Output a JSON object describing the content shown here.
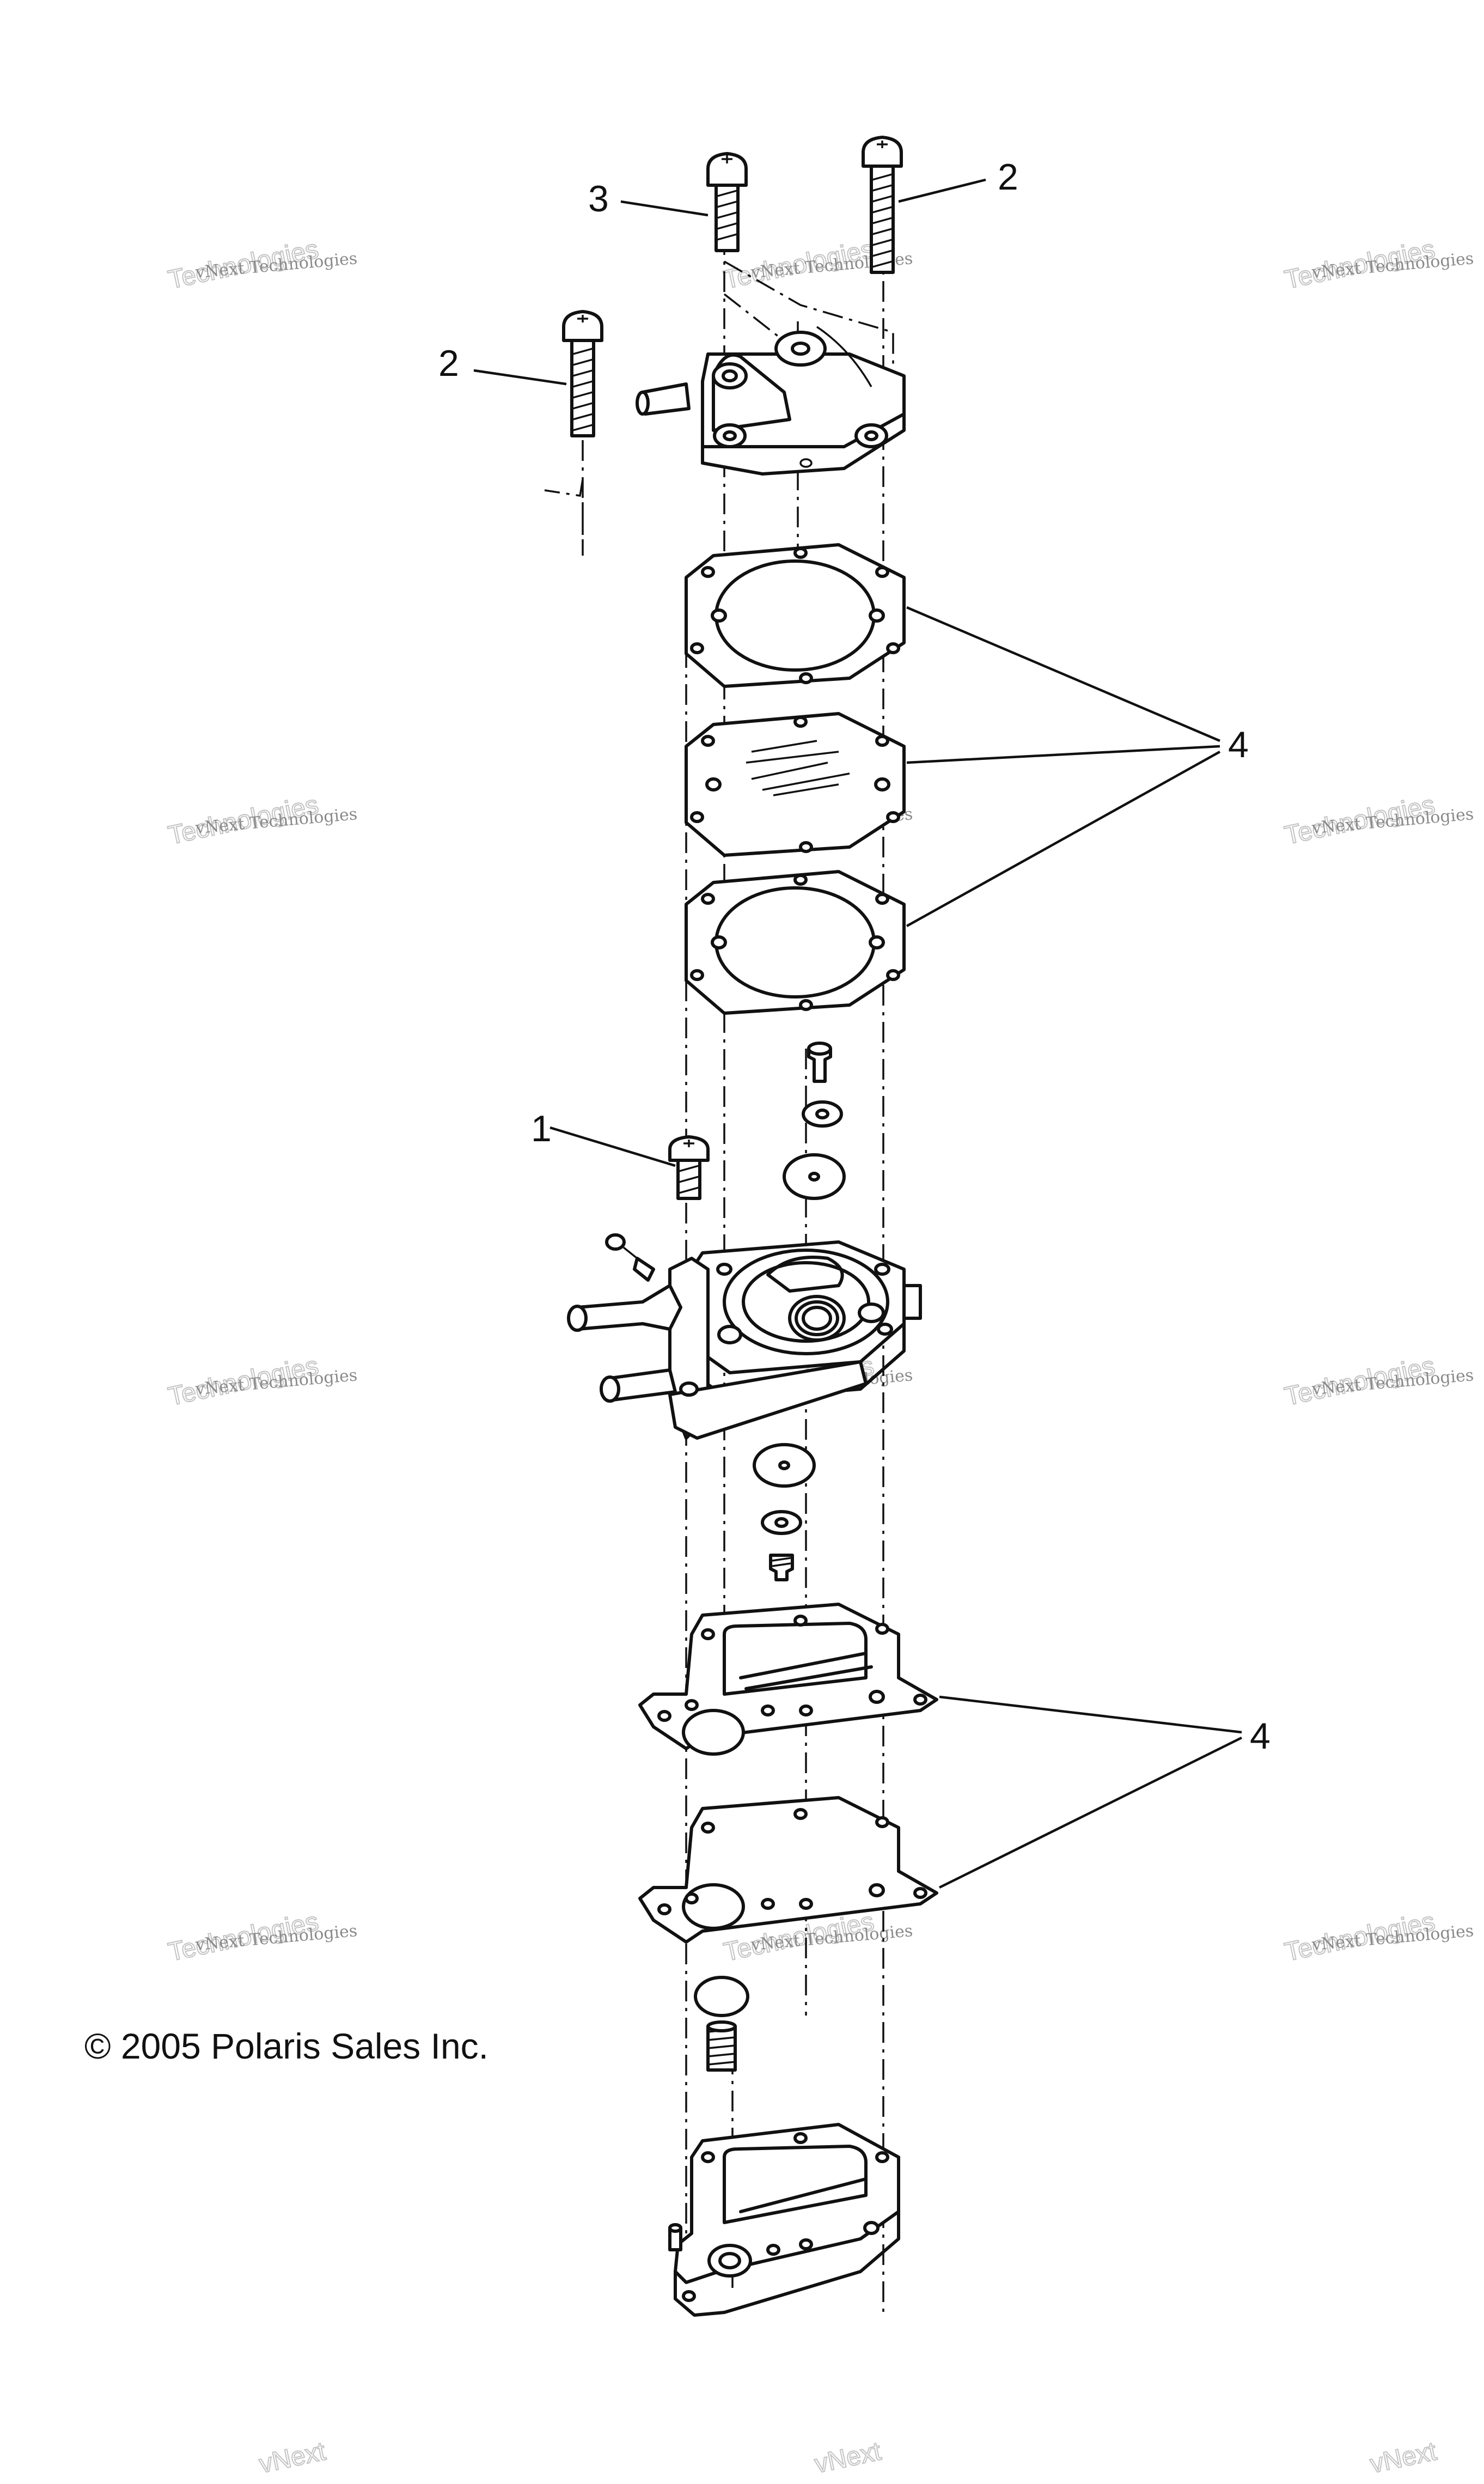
{
  "diagram": {
    "callouts": [
      {
        "id": "callout-1",
        "label": "1"
      },
      {
        "id": "callout-2-top",
        "label": "2"
      },
      {
        "id": "callout-2-left",
        "label": "2"
      },
      {
        "id": "callout-3",
        "label": "3"
      },
      {
        "id": "callout-4-upper",
        "label": "4"
      },
      {
        "id": "callout-4-lower",
        "label": "4"
      }
    ],
    "copyright": "© 2005 Polaris Sales Inc.",
    "watermark": {
      "line1": "vNext Technologies",
      "line2": "Technologies",
      "line3": "vNext"
    }
  }
}
